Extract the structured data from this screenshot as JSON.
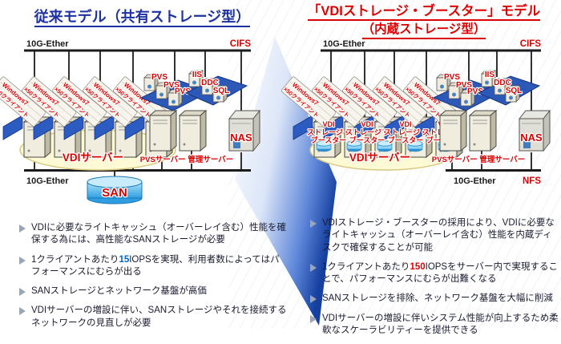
{
  "shared": {
    "bus_label": "10G-Ether",
    "cifs": "CIFS",
    "client_line1": "Windows7",
    "client_line2": "×50クライアント",
    "pvs": "PVS",
    "iis": "IIS",
    "ddc": "DDC",
    "sql": "SQL",
    "server_row": "PVSサーバー 管理サーバー",
    "vdi_group": "VDIサーバー",
    "nas": "NAS"
  },
  "left_panel": {
    "title": "従来モデル（共有ストレージ型）",
    "san": "SAN",
    "bullets": [
      {
        "text": "VDIに必要なライトキャッシュ（オーバーレイ含む）性能を確保する為には、高性能なSANストレージが必要"
      },
      {
        "pre": "1クライアントあたり",
        "num": "15",
        "post": "IOPSを実現、利用者数によってはパフォーマンスにむらが出る"
      },
      {
        "text": "SANストレージとネットワーク基盤が高価"
      },
      {
        "text": "VDIサーバーの増設に伴い、SANストレージやそれを接続するネットワークの見直しが必要"
      }
    ]
  },
  "right_panel": {
    "title_line1": "「VDIストレージ・ブースター」モデル",
    "title_line2": "（内蔵ストレージ型）",
    "nfs": "NFS",
    "booster": {
      "line1": "VDI",
      "line2": "ストレージ・",
      "line3": "ブースター"
    },
    "bullets": [
      {
        "text": "VDIストレージ・ブースターの採用により、VDIに必要なライトキャッシュ（オーバーレイ含む）性能を内蔵ディスクで確保することが可能"
      },
      {
        "pre": "1クライアントあたり",
        "num": "150",
        "post": "IOPSをサーバー内で実現することで、パフォーマンスにむらが出難くなる"
      },
      {
        "text": "SANストレージを排除、ネットワーク基盤を大幅に削減"
      },
      {
        "text": "VDIサーバーの増設に伴いシステム性能が向上するため柔軟なスケーラビリティーを提供できる"
      }
    ]
  },
  "colors": {
    "left_title": "#1E31A0",
    "right_title": "#DD0000",
    "red_label": "#D90000",
    "highlight_blue": "#0066CC",
    "highlight_red": "#E00000",
    "platform_blue": "#2C58B8",
    "san_blue": "#38A0E0"
  }
}
